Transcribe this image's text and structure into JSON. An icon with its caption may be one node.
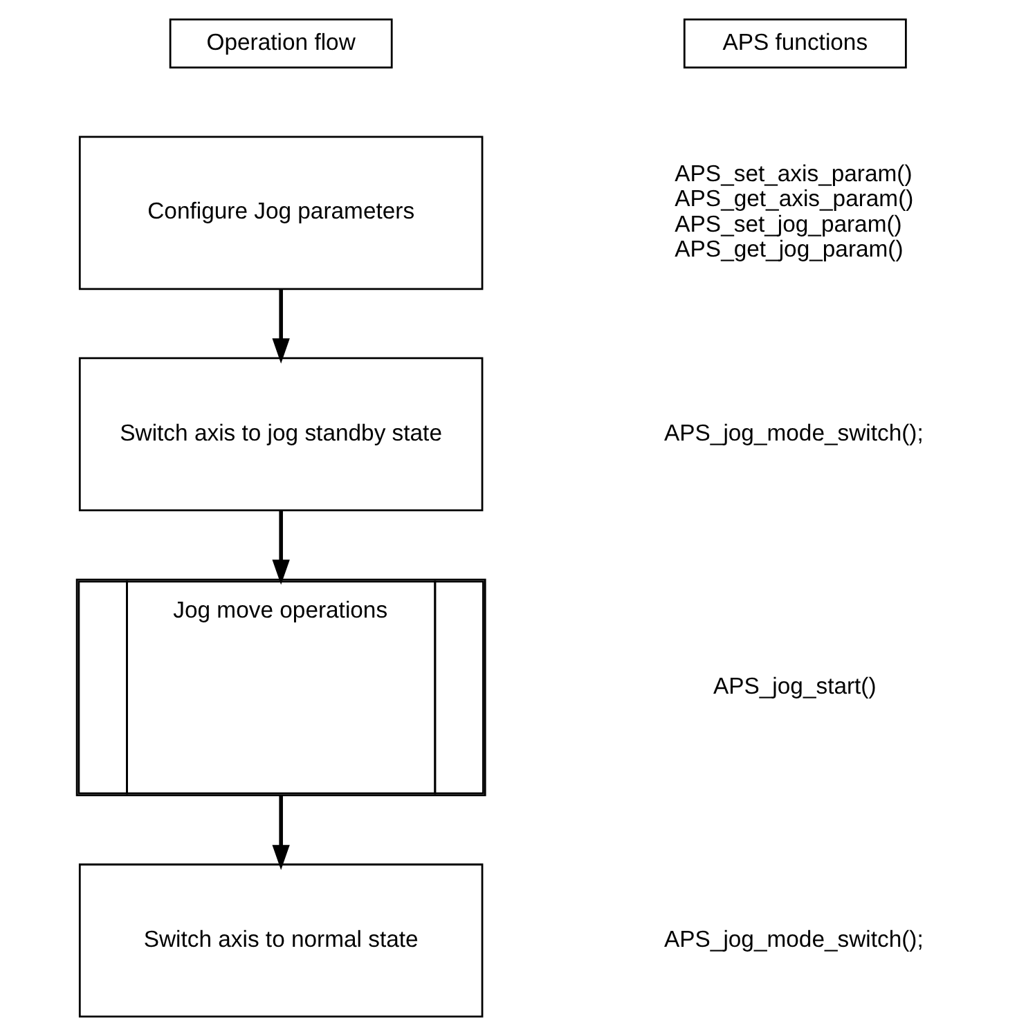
{
  "diagram": {
    "nodes": [
      {
        "text": [
          "Operation flow"
        ]
      },
      {
        "text": [
          "APS functions"
        ]
      },
      {
        "text": [
          "Configure Jog parameters"
        ]
      },
      {
        "text": [
          "Switch axis to jog standby state"
        ]
      },
      {
        "text": [
          "Jog move operations"
        ]
      },
      {
        "text": [
          "Switch axis to normal state"
        ]
      }
    ],
    "edges": [
      {
        "from": 2,
        "to": 3,
        "arrow": "to"
      },
      {
        "from": 3,
        "to": 4,
        "arrow": "to"
      },
      {
        "from": 4,
        "to": 5,
        "arrow": "to"
      }
    ],
    "labels": [
      "APS_set_axis_param()",
      "APS_get_axis_param()",
      "APS_set_jog_param()",
      "APS_get_jog_param()",
      "APS_jog_mode_switch();",
      "APS_jog_start()",
      "APS_jog_mode_switch();"
    ]
  }
}
